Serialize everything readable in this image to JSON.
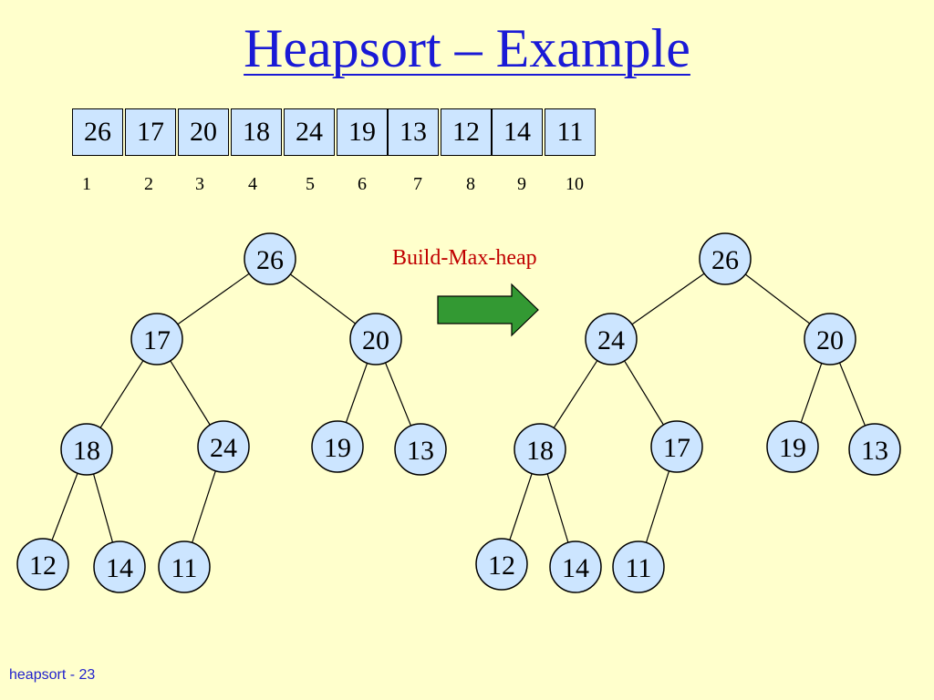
{
  "slide": {
    "title": "Heapsort  – Example",
    "footer": "heapsort - 23",
    "operation_label": "Build-Max-heap"
  },
  "array": {
    "values": [
      "26",
      "17",
      "20",
      "18",
      "24",
      "19",
      "13",
      "12",
      "14",
      "11"
    ],
    "indices": [
      "1",
      "2",
      "3",
      "4",
      "5",
      "6",
      "7",
      "8",
      "9",
      "10"
    ]
  },
  "tree_before": {
    "nodes": [
      "26",
      "17",
      "20",
      "18",
      "24",
      "19",
      "13",
      "12",
      "14",
      "11"
    ]
  },
  "tree_after": {
    "nodes": [
      "26",
      "24",
      "20",
      "18",
      "17",
      "19",
      "13",
      "12",
      "14",
      "11"
    ]
  },
  "colors": {
    "background": "#ffffcc",
    "title": "#1a1ad6",
    "node_fill": "#cce5ff",
    "arrow_fill": "#339933",
    "label": "#c00000"
  }
}
